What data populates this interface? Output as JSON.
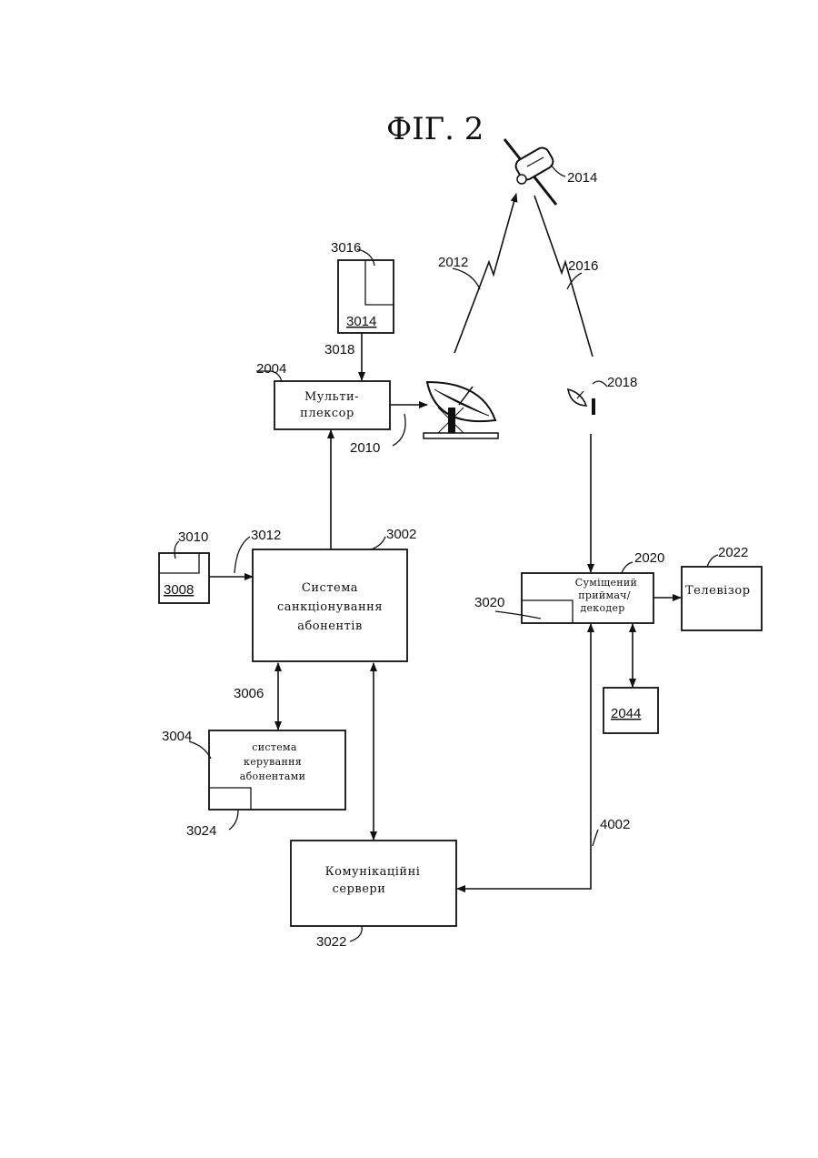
{
  "figure_title": "ФІГ. 2",
  "satellite": {
    "ref": "2014"
  },
  "links": {
    "uplink_ref": "2012",
    "downlink_ref": "2016"
  },
  "ground_station": {
    "ref_line": "2010"
  },
  "receiver_dish": {
    "ref": "2018"
  },
  "multiplexer": {
    "ref": "2004",
    "line1": "Мульти-",
    "line2": "плексор"
  },
  "program_source": {
    "ref_outer": "3016",
    "ref_inner": "3014",
    "ref_line": "3018"
  },
  "auth_system": {
    "ref": "3002",
    "line1": "Система",
    "line2": "санкціонування",
    "line3": "абонентів"
  },
  "data_store": {
    "ref_outer": "3010",
    "ref_inner": "3008",
    "ref_line": "3012"
  },
  "subscriber_mgmt": {
    "ref": "3004",
    "ref_inner": "3024",
    "ref_line": "3006",
    "line1": "система",
    "line2": "керування",
    "line3": "абонентами"
  },
  "comm_servers": {
    "ref": "3022",
    "line1": "Комунікаційні",
    "line2": "сервери"
  },
  "decoder": {
    "ref": "2020",
    "ref_inner": "3020",
    "line1": "Суміщений",
    "line2": "приймач/",
    "line3": "декодер"
  },
  "tv": {
    "ref": "2022",
    "label": "Телевізор"
  },
  "peripheral": {
    "ref": "2044"
  },
  "return_line": {
    "ref": "4002"
  }
}
